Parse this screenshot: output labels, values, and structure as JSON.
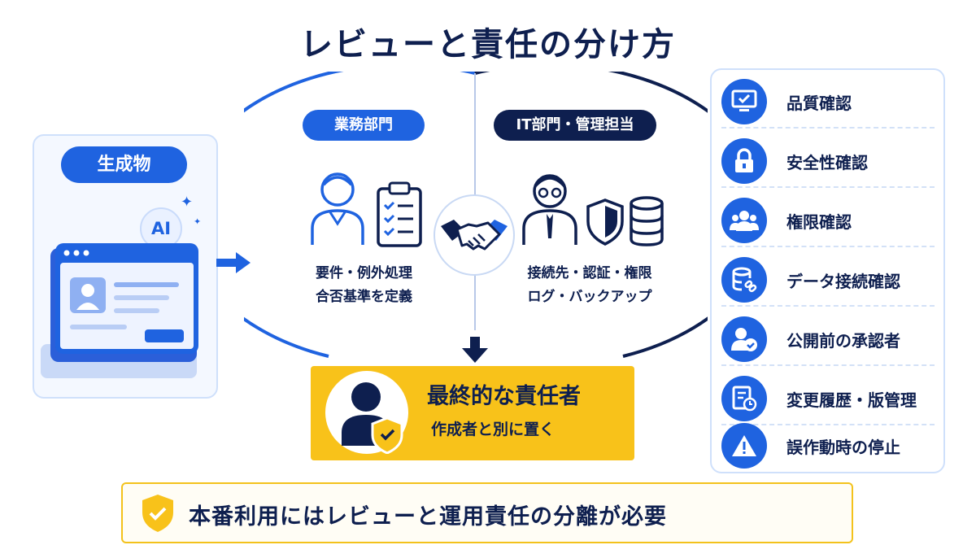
{
  "title": "レビューと責任の分け方",
  "generated": {
    "label": "生成物",
    "ai_badge": "AI"
  },
  "business": {
    "label": "業務部門",
    "line1": "要件・例外処理",
    "line2": "合否基準を定義"
  },
  "it": {
    "label": "IT部門・管理担当",
    "line1": "接続先・認証・権限",
    "line2": "ログ・バックアップ"
  },
  "responsible": {
    "title": "最終的な責任者",
    "subtitle": "作成者と別に置く"
  },
  "checks": [
    {
      "label": "品質確認",
      "icon": "monitor-check-icon"
    },
    {
      "label": "安全性確認",
      "icon": "lock-icon"
    },
    {
      "label": "権限確認",
      "icon": "users-icon"
    },
    {
      "label": "データ接続確認",
      "icon": "database-link-icon"
    },
    {
      "label": "公開前の承認者",
      "icon": "user-check-icon"
    },
    {
      "label": "変更履歴・版管理",
      "icon": "document-clock-icon"
    },
    {
      "label": "誤作動時の停止",
      "icon": "warning-icon"
    }
  ],
  "footer": "本番利用にはレビューと運用責任の分離が必要",
  "colors": {
    "primary_blue": "#1f63e0",
    "navy": "#0e1f4f",
    "accent_yellow": "#f8c21a"
  }
}
